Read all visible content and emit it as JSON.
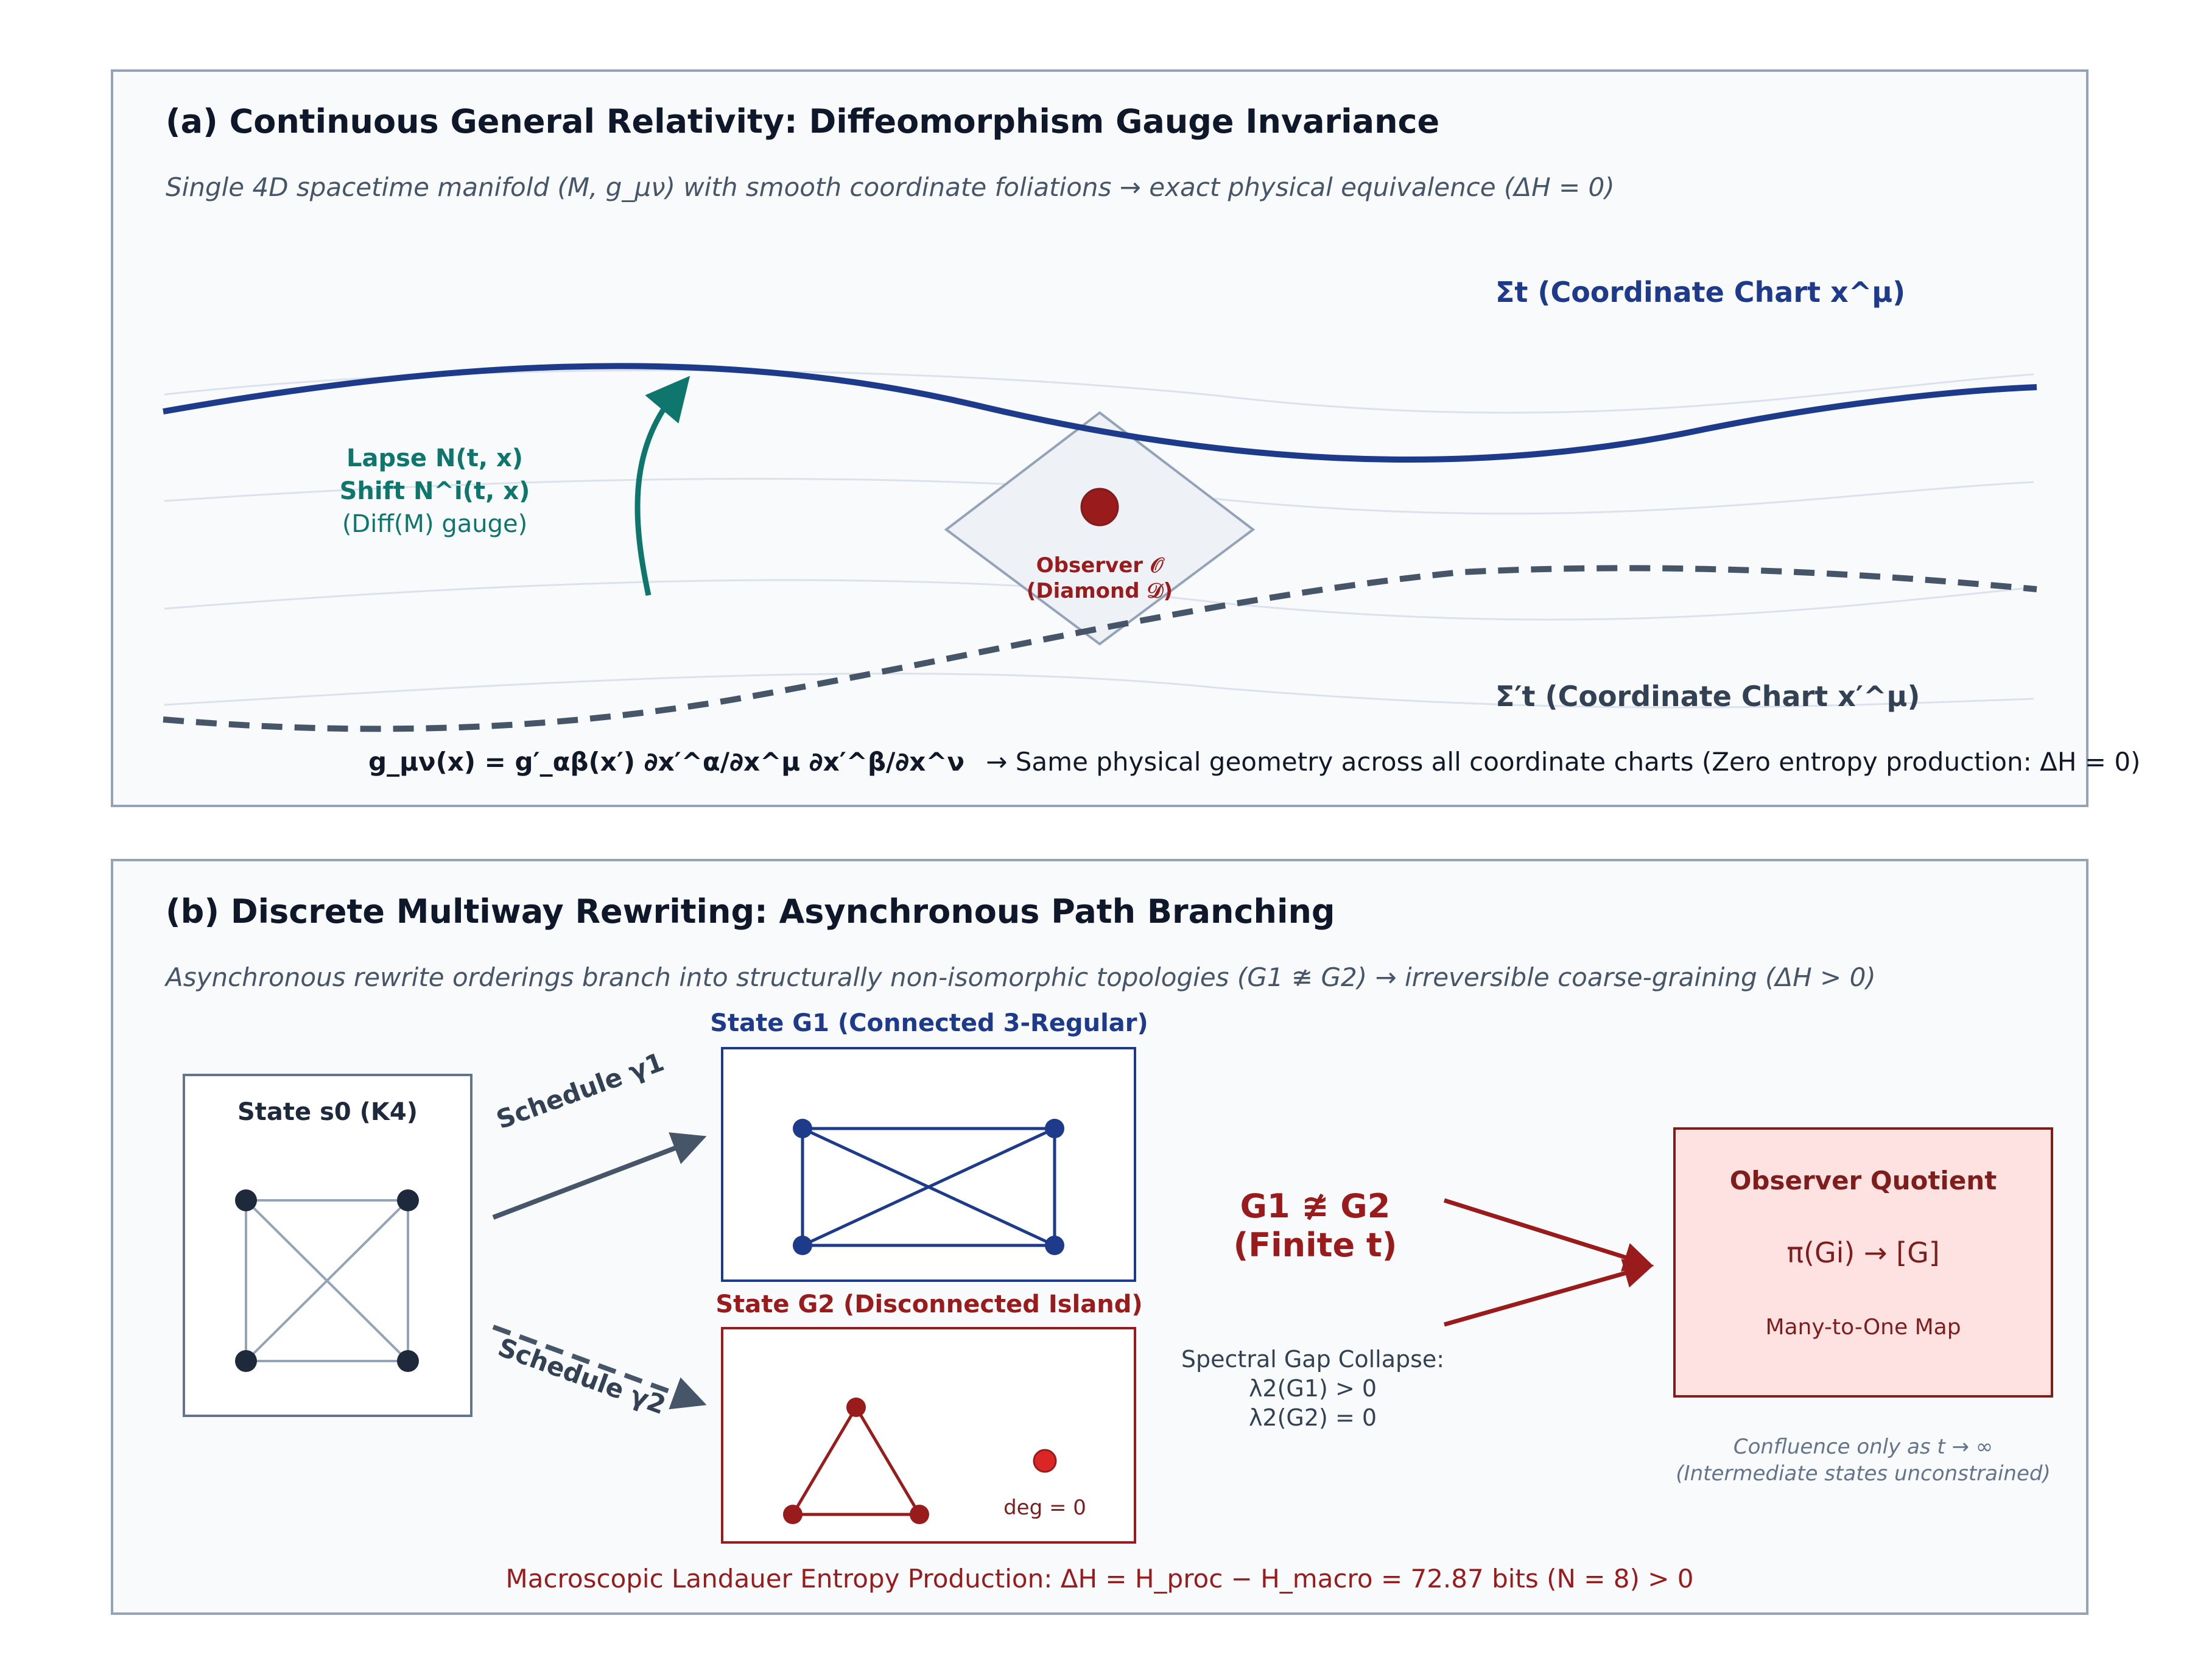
{
  "panel_a": {
    "title": "(a) Continuous General Relativity: Diffeomorphism Gauge Invariance",
    "subtitle": "Single 4D spacetime manifold (M, g_μν) with smooth coordinate foliations → exact physical equivalence (ΔH = 0)",
    "chart_label_upper": "Σt (Coordinate Chart x^μ)",
    "chart_label_lower": "Σ′t (Coordinate Chart x′^μ)",
    "lapse_label": "Lapse N(t, x)",
    "shift_label": "Shift N^i(t, x)",
    "gauge_label": "(Diff(M) gauge)",
    "observer_line1": "Observer 𝒪",
    "observer_line2": "(Diamond 𝒟)",
    "equation": "g_μν(x) = g′_αβ(x′) ∂x′^α/∂x^μ ∂x′^β/∂x^ν",
    "equation_tail": "→  Same physical geometry across all coordinate charts (Zero entropy production: ΔH = 0)",
    "colors": {
      "blue": "#1e3a8a",
      "slate": "#475569",
      "teal": "#0f766e",
      "red": "#991b1b"
    }
  },
  "panel_b": {
    "title": "(b) Discrete Multiway Rewriting: Asynchronous Path Branching",
    "subtitle": "Asynchronous rewrite orderings branch into structurally non-isomorphic topologies (G1 ≇ G2) → irreversible coarse-graining (ΔH > 0)",
    "s0_label": "State s0 (K4)",
    "schedule1": "Schedule γ1",
    "schedule2": "Schedule γ2",
    "g1_label": "State G1 (Connected 3-Regular)",
    "g2_label": "State G2 (Disconnected Island)",
    "deg_label": "deg = 0",
    "noniso_line1": "G1 ≇ G2",
    "noniso_line2": "(Finite t)",
    "spectral_line1": "Spectral Gap Collapse:",
    "spectral_line2": "λ2(G1) > 0",
    "spectral_line3": "λ2(G2) = 0",
    "quotient_title": "Observer Quotient",
    "quotient_map": "π(Gi) → [G]",
    "quotient_sub": "Many-to-One Map",
    "confluence_line1": "Confluence only as t → ∞",
    "confluence_line2": "(Intermediate states unconstrained)",
    "landauer": "Macroscopic Landauer Entropy Production: ΔH = H_proc − H_macro = 72.87 bits (N = 8) > 0",
    "colors": {
      "blue": "#1e3a8a",
      "red": "#991b1b",
      "slate": "#475569",
      "pink": "#fee2e2"
    }
  }
}
